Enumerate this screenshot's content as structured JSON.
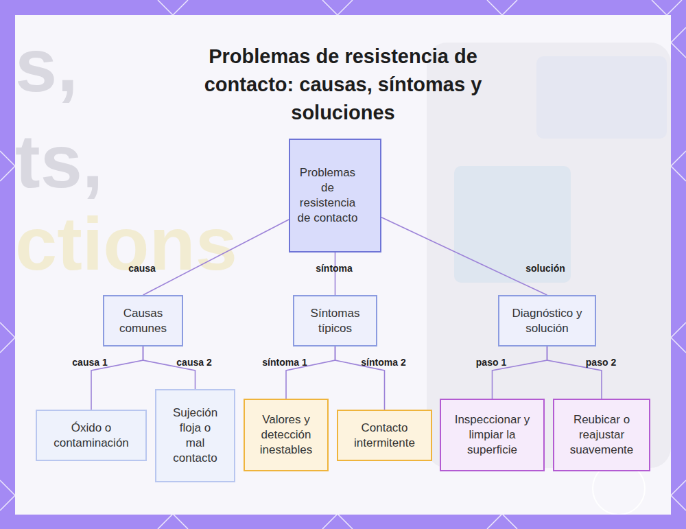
{
  "diagram": {
    "title": "Problemas de resistencia de contacto: causas, síntomas y soluciones",
    "nodes": [
      {
        "text": [
          "Problemas de resistencia de contacto"
        ]
      },
      {
        "text": [
          "Causas comunes"
        ]
      },
      {
        "text": [
          "Síntomas típicos"
        ]
      },
      {
        "text": [
          "Diagnóstico y solución"
        ]
      },
      {
        "text": [
          "Óxido o contaminación"
        ]
      },
      {
        "text": [
          "Sujeción floja o mal contacto"
        ]
      },
      {
        "text": [
          "Valores y detección inestables"
        ]
      },
      {
        "text": [
          "Contacto intermitente"
        ]
      },
      {
        "text": [
          "Inspeccionar y limpiar la superficie"
        ]
      },
      {
        "text": [
          "Reubicar o reajustar suavemente"
        ]
      }
    ],
    "edges": [
      {
        "from": 0,
        "to": 1,
        "label": "causa",
        "arrow": "none"
      },
      {
        "from": 0,
        "to": 2,
        "label": "síntoma",
        "arrow": "none"
      },
      {
        "from": 0,
        "to": 3,
        "label": "solución",
        "arrow": "none"
      },
      {
        "from": 1,
        "to": 4,
        "label": "causa 1",
        "arrow": "none"
      },
      {
        "from": 1,
        "to": 5,
        "label": "causa 2",
        "arrow": "none"
      },
      {
        "from": 2,
        "to": 6,
        "label": "síntoma 1",
        "arrow": "none"
      },
      {
        "from": 2,
        "to": 7,
        "label": "síntoma 2",
        "arrow": "none"
      },
      {
        "from": 3,
        "to": 8,
        "label": "paso 1",
        "arrow": "none"
      },
      {
        "from": 3,
        "to": 9,
        "label": "paso 2",
        "arrow": "none"
      }
    ],
    "labels": [
      "s,",
      "ts,",
      "ctions"
    ]
  }
}
